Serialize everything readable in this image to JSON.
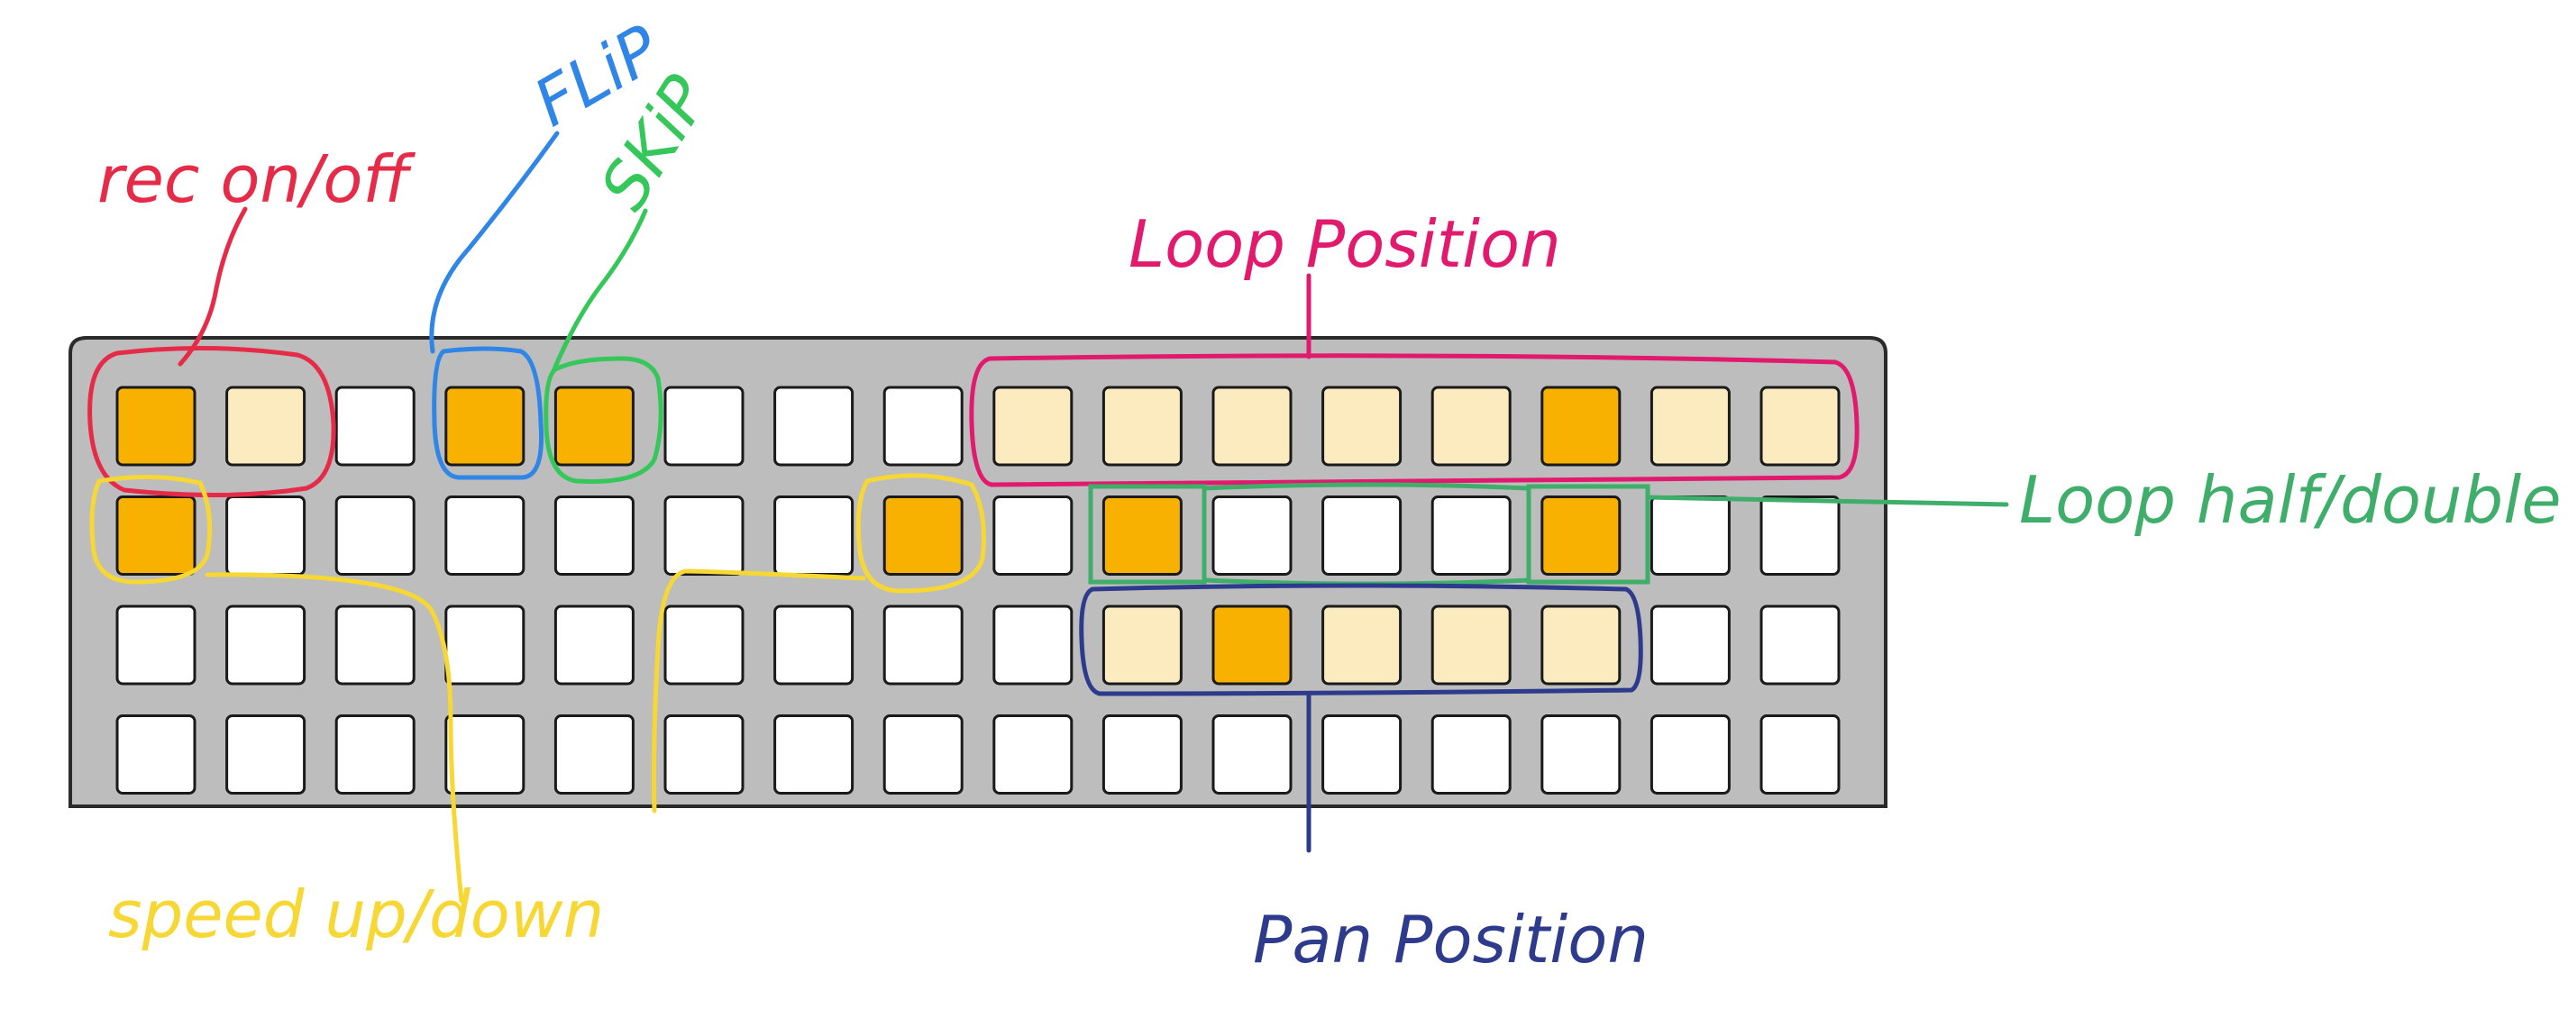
{
  "grid": {
    "columns": 16,
    "rows": [
      [
        "on",
        "dim",
        "off",
        "on",
        "on",
        "off",
        "off",
        "off",
        "dim",
        "dim",
        "dim",
        "dim",
        "dim",
        "on",
        "dim",
        "dim"
      ],
      [
        "on",
        "off",
        "off",
        "off",
        "off",
        "off",
        "off",
        "on",
        "off",
        "on",
        "off",
        "off",
        "off",
        "on",
        "off",
        "off"
      ],
      [
        "off",
        "off",
        "off",
        "off",
        "off",
        "off",
        "off",
        "off",
        "off",
        "dim",
        "on",
        "dim",
        "dim",
        "dim",
        "off",
        "off"
      ],
      [
        "off",
        "off",
        "off",
        "off",
        "off",
        "off",
        "off",
        "off",
        "off",
        "off",
        "off",
        "off",
        "off",
        "off",
        "off",
        "off"
      ]
    ],
    "colors": {
      "on": "#F9B100",
      "dim": "#FDEBC0",
      "off": "#FFFFFF",
      "body": "#BDBDBD",
      "key_border": "#1A1A1A"
    }
  },
  "annotations": {
    "rec": {
      "text": "rec on/off",
      "color": "#E62B48"
    },
    "flip": {
      "text": "FLiP",
      "color": "#2F86E6"
    },
    "skip": {
      "text": "SKiP",
      "color": "#35C75A"
    },
    "loop_position": {
      "text": "Loop Position",
      "color": "#E21A6E"
    },
    "loop_half_double": {
      "text": "Loop half/double",
      "color": "#3FAE6B"
    },
    "speed": {
      "text": "speed up/down",
      "color": "#F7D733"
    },
    "pan_position": {
      "text": "Pan Position",
      "color": "#2E3A8C"
    }
  }
}
